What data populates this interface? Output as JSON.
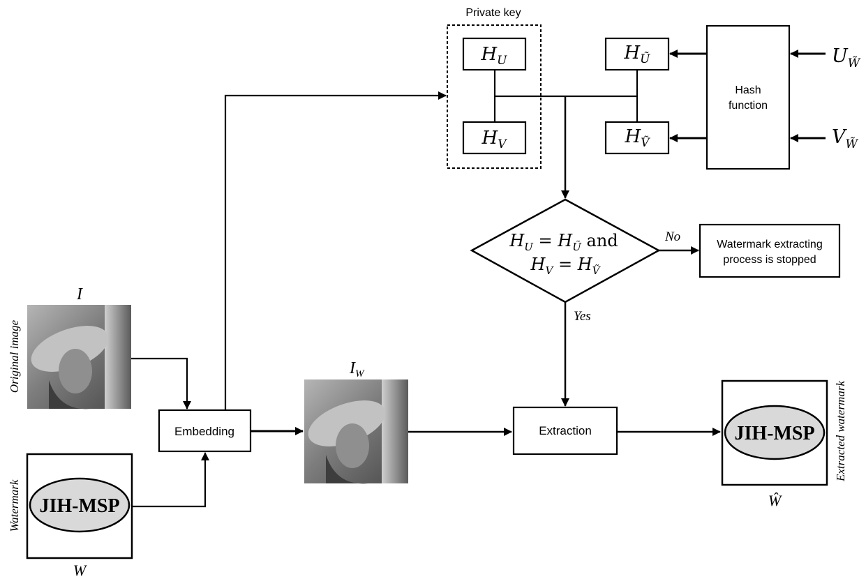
{
  "private_key": {
    "title": "Private key",
    "hu": "H",
    "hu_sub": "U",
    "hv": "H",
    "hv_sub": "V"
  },
  "hashes": {
    "hut": "H",
    "hut_sub": "Ũ",
    "hvt": "H",
    "hvt_sub": "Ṽ"
  },
  "hash_function": {
    "line1": "Hash",
    "line2": "function"
  },
  "inputs": {
    "u": "U",
    "u_sub": "W̃",
    "v": "V",
    "v_sub": "W̃"
  },
  "decision": {
    "line1_a": "H",
    "line1_a_sub": "U",
    "line1_eq": " = ",
    "line1_b": "H",
    "line1_b_sub": "Ũ",
    "line1_and": " and",
    "line2_a": "H",
    "line2_a_sub": "V",
    "line2_eq": " = ",
    "line2_b": "H",
    "line2_b_sub": "Ṽ",
    "no": "No",
    "yes": "Yes"
  },
  "stopped": {
    "line1": "Watermark extracting",
    "line2": "process is stopped"
  },
  "embedding": {
    "label": "Embedding"
  },
  "extraction": {
    "label": "Extraction"
  },
  "original": {
    "symbol": "I",
    "side_label": "Original image"
  },
  "watermark": {
    "text": "JIH-MSP",
    "symbol": "W",
    "side_label": "Watermark"
  },
  "watermarked": {
    "symbol": "I",
    "symbol_sub": "W"
  },
  "extracted": {
    "text": "JIH-MSP",
    "symbol": "Ŵ",
    "side_label": "Extracted watermark"
  },
  "colors": {
    "line": "#000000",
    "oval_fill": "#d9d9d9",
    "photo_bg": "#8a8a8a"
  }
}
